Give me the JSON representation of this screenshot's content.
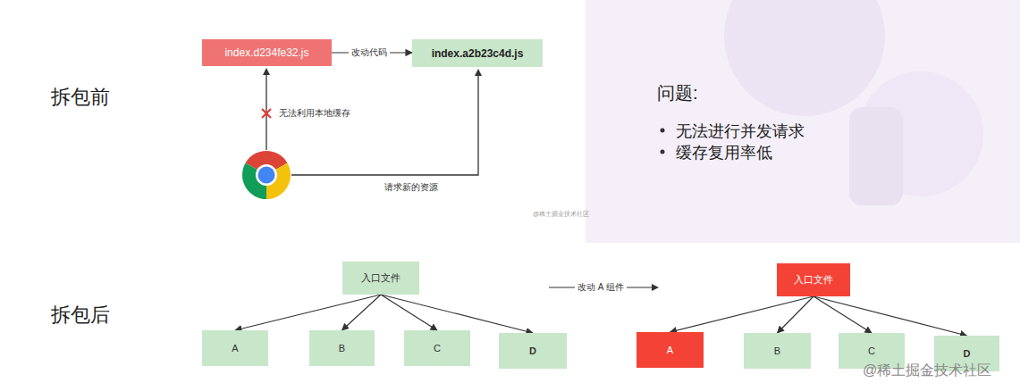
{
  "diagram": {
    "nodes": [
      {
        "text": [
          "index.d234fe32.js"
        ]
      },
      {
        "text": [
          "index.a2b23c4d.js"
        ]
      },
      {
        "text": [
          "入口文件"
        ]
      },
      {
        "text": [
          "A"
        ]
      },
      {
        "text": [
          "B"
        ]
      },
      {
        "text": [
          "C"
        ]
      },
      {
        "text": [
          "D"
        ]
      },
      {
        "text": [
          "入口文件"
        ]
      },
      {
        "text": [
          "A"
        ]
      },
      {
        "text": [
          "B"
        ]
      },
      {
        "text": [
          "C"
        ]
      },
      {
        "text": [
          "D"
        ]
      }
    ],
    "edges": [
      {
        "from": 0,
        "to": 1,
        "arrow": "to",
        "label": "改动代码"
      },
      {
        "from": 2,
        "to": 3,
        "arrow": "to"
      },
      {
        "from": 2,
        "to": 4,
        "arrow": "to"
      },
      {
        "from": 2,
        "to": 5,
        "arrow": "to"
      },
      {
        "from": 2,
        "to": 6,
        "arrow": "to"
      },
      {
        "from": 7,
        "to": 8,
        "arrow": "to"
      },
      {
        "from": 7,
        "to": 9,
        "arrow": "to"
      },
      {
        "from": 7,
        "to": 10,
        "arrow": "to"
      },
      {
        "from": 7,
        "to": 11,
        "arrow": "to"
      }
    ],
    "labels": [
      "拆包前",
      "拆包后",
      "无法利用本地缓存",
      "请求新的资源",
      "问题:",
      "无法进行并发请求",
      "缓存复用率低",
      "改动 A 组件",
      "@稀土掘金技术社区",
      "@稀土掘金技术社区"
    ]
  }
}
